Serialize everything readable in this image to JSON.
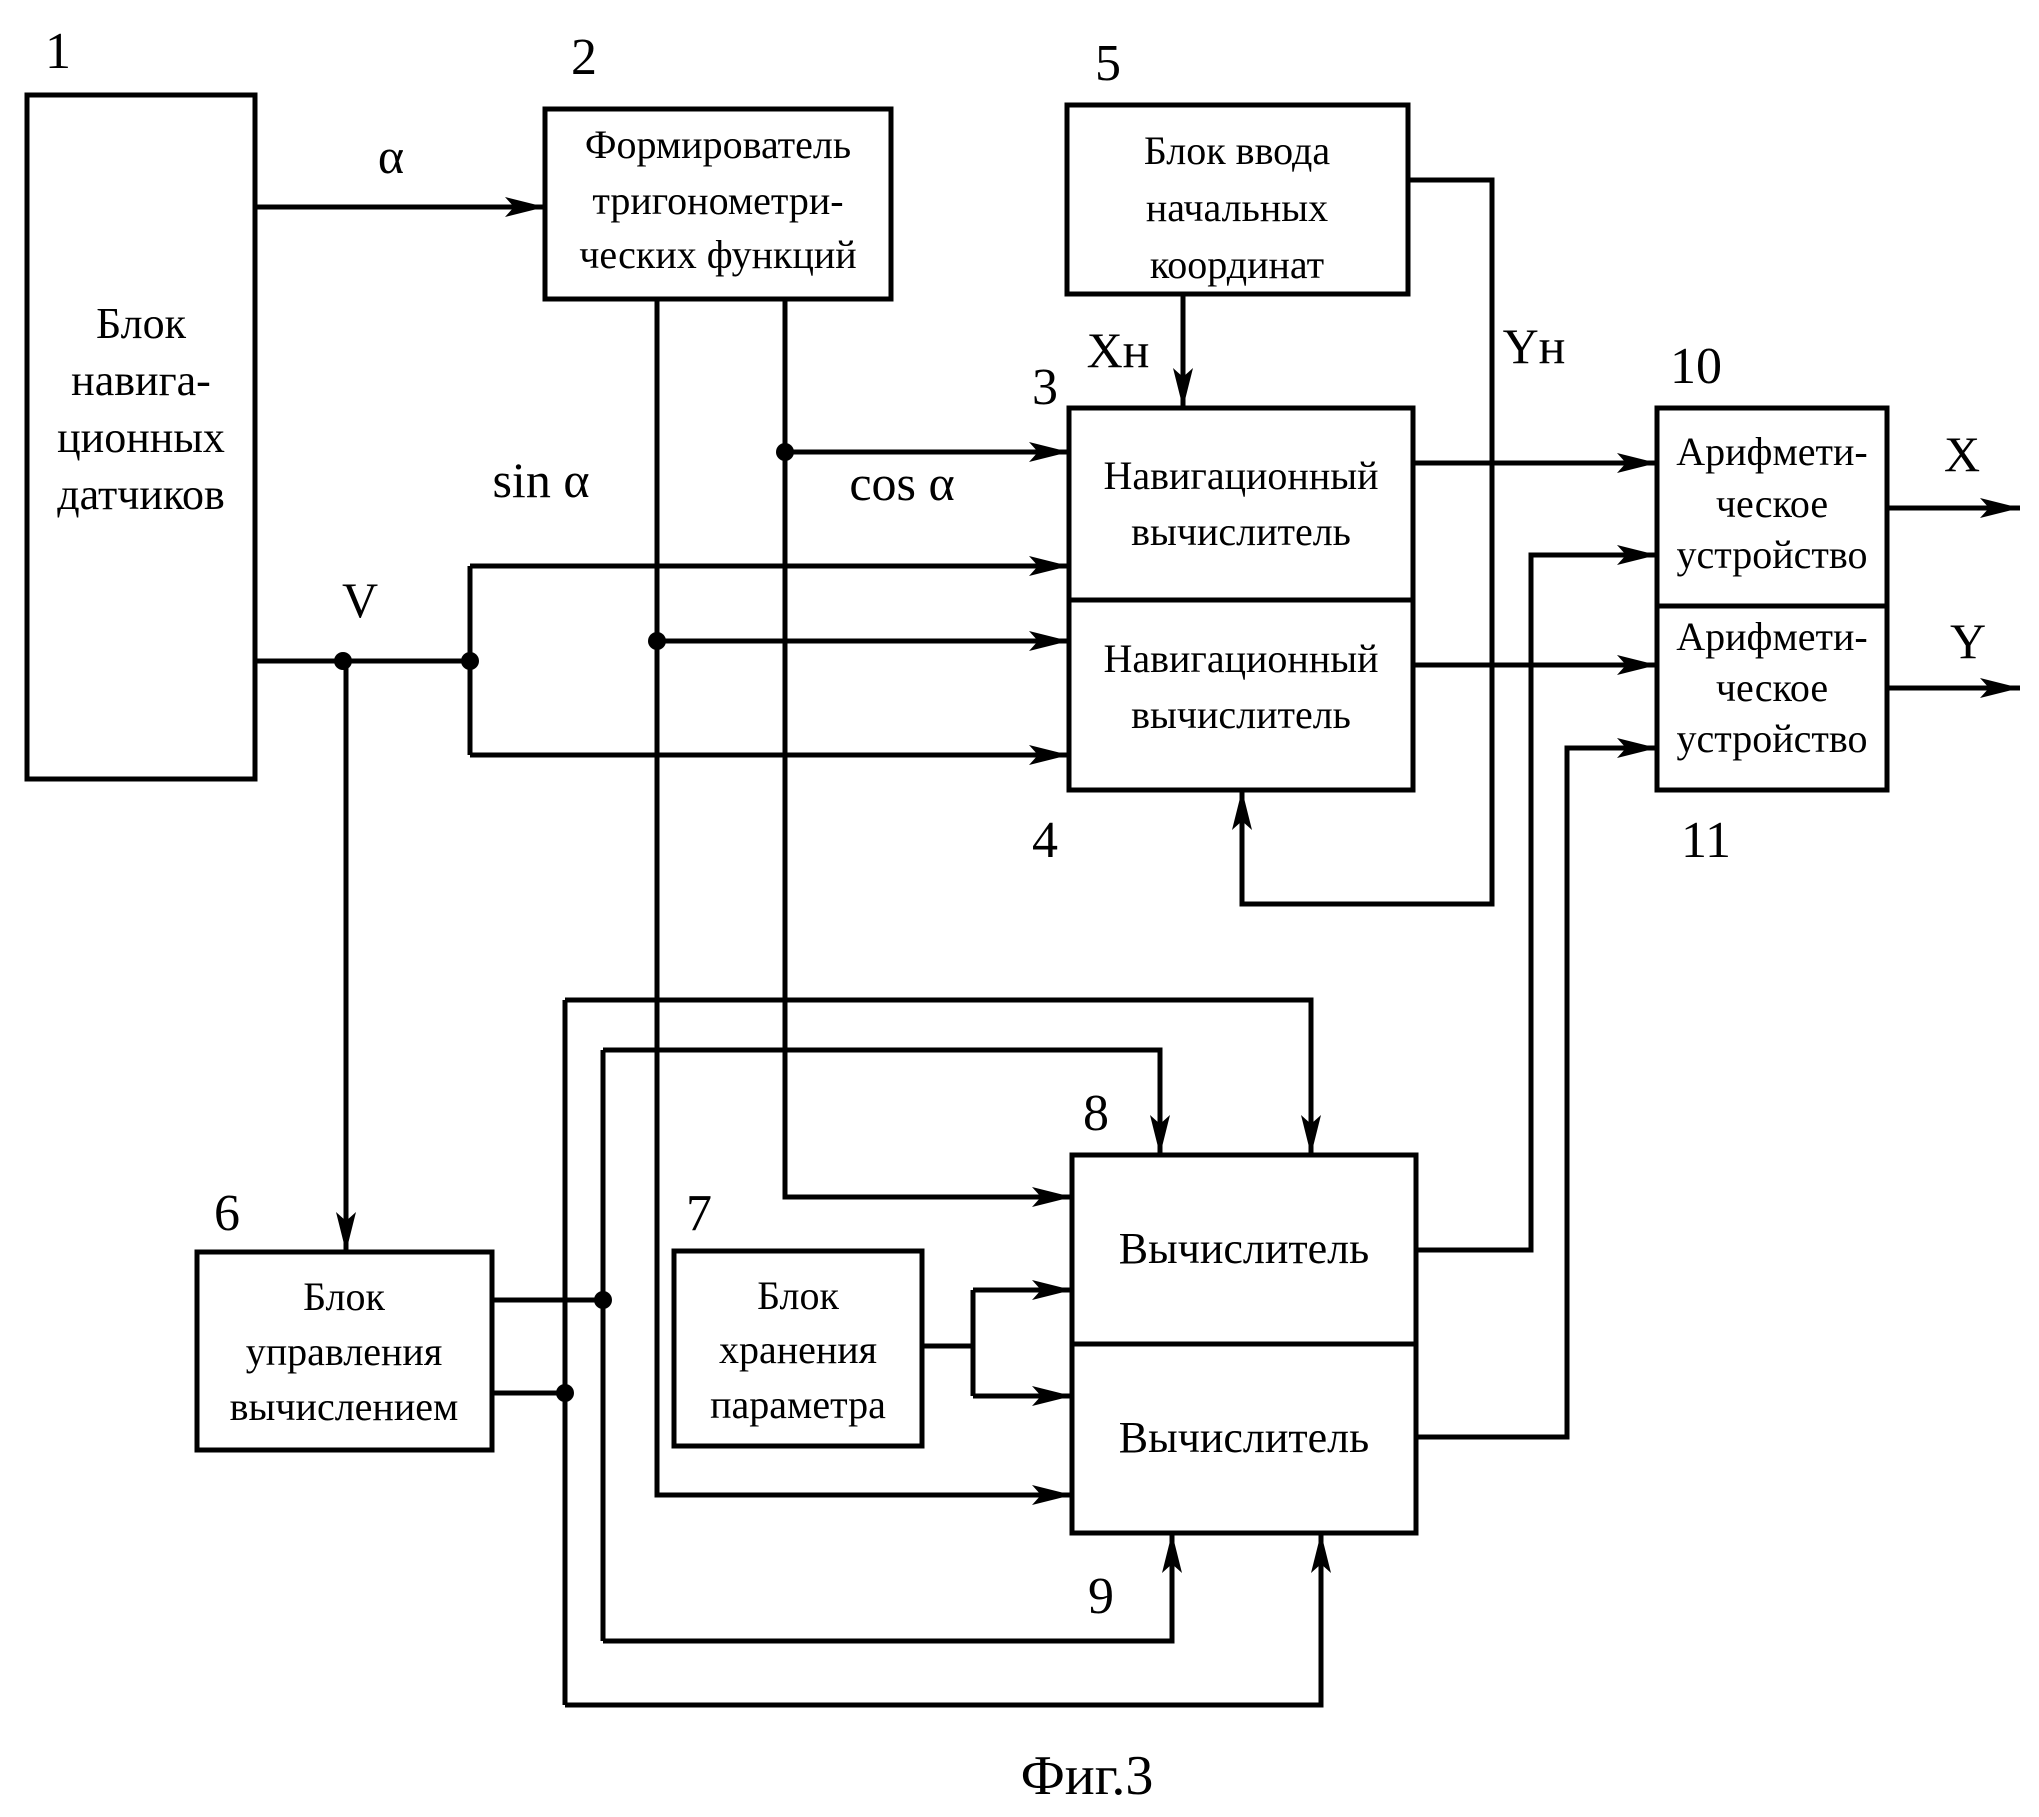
{
  "blocks": {
    "b1": {
      "number": "1",
      "lines": [
        "Блок",
        "навига-",
        "ционных",
        "датчиков"
      ]
    },
    "b2": {
      "number": "2",
      "lines": [
        "Формирователь",
        "тригонометри-",
        "ческих функций"
      ]
    },
    "b3": {
      "number": "3",
      "lines": [
        "Навигационный",
        "вычислитель"
      ]
    },
    "b4": {
      "number": "4",
      "lines": [
        "Навигационный",
        "вычислитель"
      ]
    },
    "b5": {
      "number": "5",
      "lines": [
        "Блок ввода",
        "начальных",
        "координат"
      ]
    },
    "b6": {
      "number": "6",
      "lines": [
        "Блок",
        "управления",
        "вычислением"
      ]
    },
    "b7": {
      "number": "7",
      "lines": [
        "Блок",
        "хранения",
        "параметра"
      ]
    },
    "b8": {
      "number": "8",
      "lines": [
        "Вычислитель"
      ]
    },
    "b9": {
      "number": "9",
      "lines": [
        "Вычислитель"
      ]
    },
    "b10": {
      "number": "10",
      "lines": [
        "Арифмети-",
        "ческое",
        "устройство"
      ]
    },
    "b11": {
      "number": "11",
      "lines": [
        "Арифмети-",
        "ческое",
        "устройство"
      ]
    }
  },
  "signals": {
    "alpha": "α",
    "sin": "sin α",
    "cos": "cos α",
    "v": "V",
    "xn": "Xн",
    "yn": "Yн",
    "x": "X",
    "y": "Y"
  },
  "caption": "Фиг.3"
}
